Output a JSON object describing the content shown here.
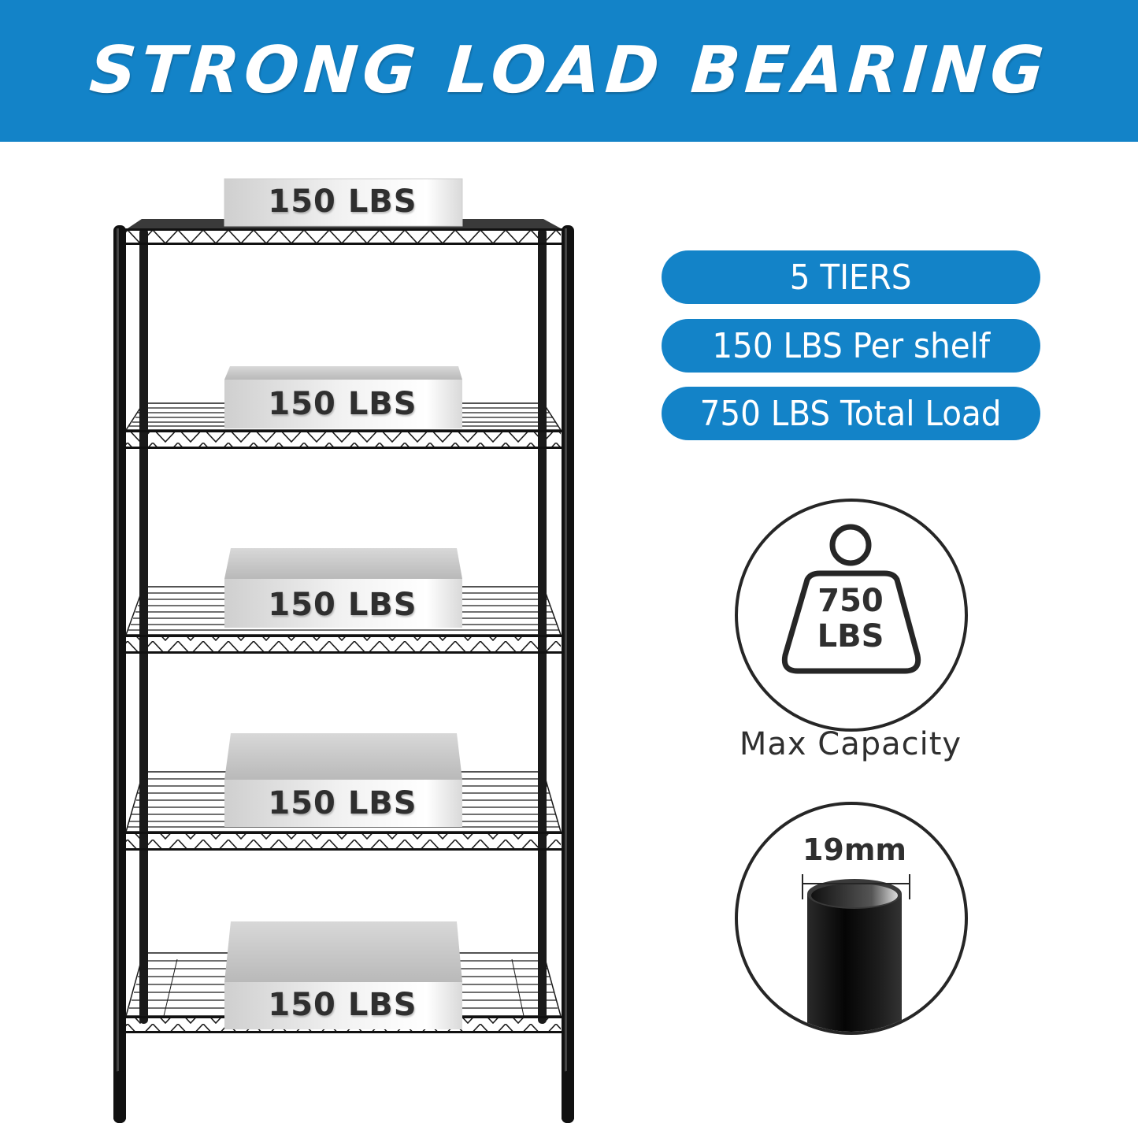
{
  "banner": {
    "title": "STRONG LOAD BEARING",
    "background_color": "#1383c8"
  },
  "rack": {
    "tiers": 5,
    "shelf_labels": [
      "150 LBS",
      "150 LBS",
      "150 LBS",
      "150 LBS",
      "150 LBS"
    ],
    "frame_color": "#111111"
  },
  "features": {
    "pills": [
      {
        "label": "5 TIERS"
      },
      {
        "label": "150 LBS Per shelf"
      },
      {
        "label": "750 LBS Total Load"
      }
    ],
    "pill_color": "#1383c8"
  },
  "max_capacity": {
    "icon": "weight-icon",
    "value": "750",
    "unit": "LBS",
    "caption": "Max Capacity"
  },
  "pole": {
    "icon": "pipe-diameter-icon",
    "diameter": "19mm"
  }
}
